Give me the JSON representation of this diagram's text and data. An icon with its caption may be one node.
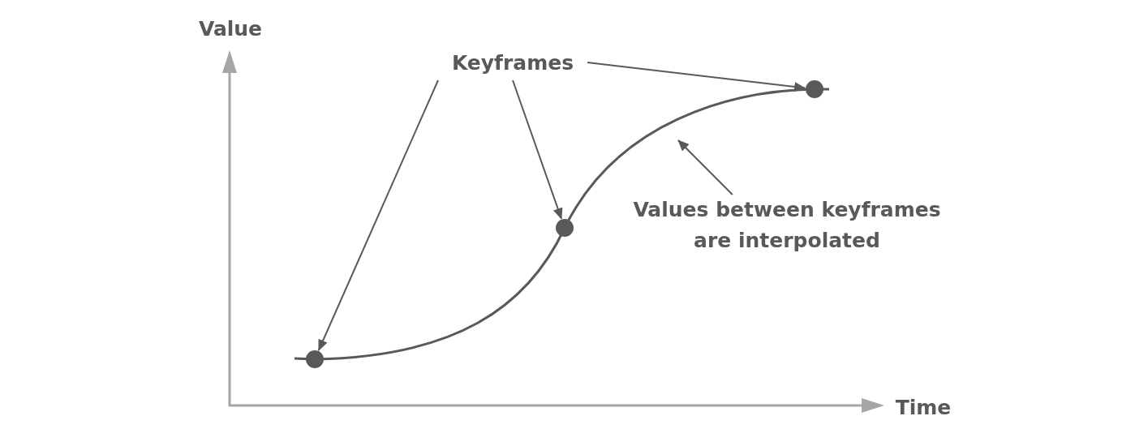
{
  "diagram": {
    "nodes": [
      {
        "text": [
          "Keyframes"
        ]
      },
      {
        "text": [],
        "shape": "circle"
      },
      {
        "text": [],
        "shape": "circle"
      },
      {
        "text": [],
        "shape": "circle"
      },
      {
        "text": [
          "Values between keyframes are interpolated"
        ]
      }
    ],
    "edges": [
      {
        "from": 0,
        "to": 1,
        "arrow": "to"
      },
      {
        "from": 0,
        "to": 2,
        "arrow": "to"
      },
      {
        "from": 0,
        "to": 3,
        "arrow": "to"
      },
      {
        "from": 4,
        "to": null,
        "arrow": "to"
      }
    ],
    "labels": [
      "Value",
      "Time"
    ]
  }
}
